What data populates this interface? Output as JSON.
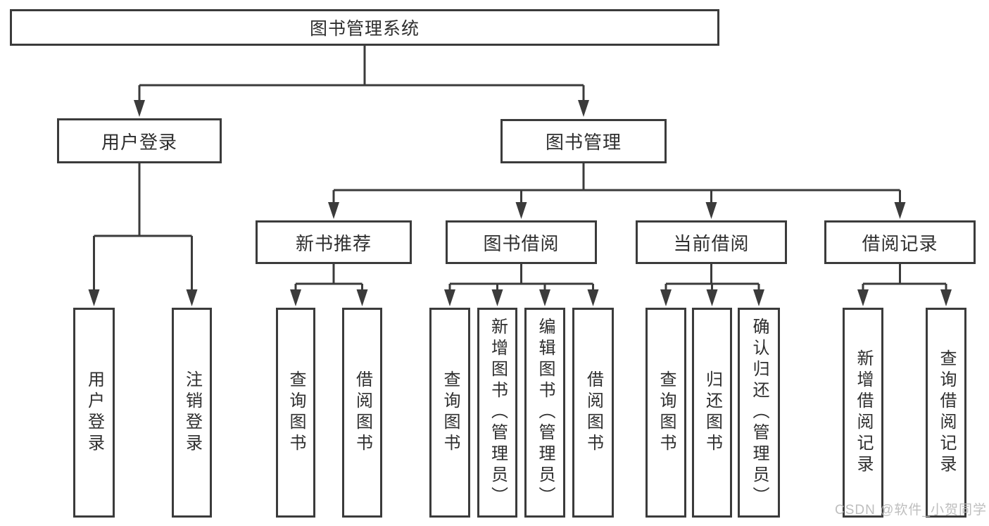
{
  "diagram": {
    "root": {
      "label": "图书管理系统"
    },
    "branches": [
      {
        "label": "用户登录",
        "children": [
          {
            "label": "用户登录"
          },
          {
            "label": "注销登录"
          }
        ]
      },
      {
        "label": "图书管理",
        "children": [
          {
            "label": "新书推荐",
            "children": [
              {
                "label": "查询图书"
              },
              {
                "label": "借阅图书"
              }
            ]
          },
          {
            "label": "图书借阅",
            "children": [
              {
                "label": "查询图书"
              },
              {
                "label": "新增图书（管理员）"
              },
              {
                "label": "编辑图书（管理员）"
              },
              {
                "label": "借阅图书"
              }
            ]
          },
          {
            "label": "当前借阅",
            "children": [
              {
                "label": "查询图书"
              },
              {
                "label": "归还图书"
              },
              {
                "label": "确认归还（管理员）"
              }
            ]
          },
          {
            "label": "借阅记录",
            "children": [
              {
                "label": "新增借阅记录"
              },
              {
                "label": "查询借阅记录"
              }
            ]
          }
        ]
      }
    ]
  },
  "watermark": {
    "text": "CSDN @软件_小贺同学"
  },
  "colors": {
    "line": "#3b3b3b",
    "text": "#2e2e2e",
    "background": "#ffffff",
    "watermark": "#b8b8b8"
  }
}
